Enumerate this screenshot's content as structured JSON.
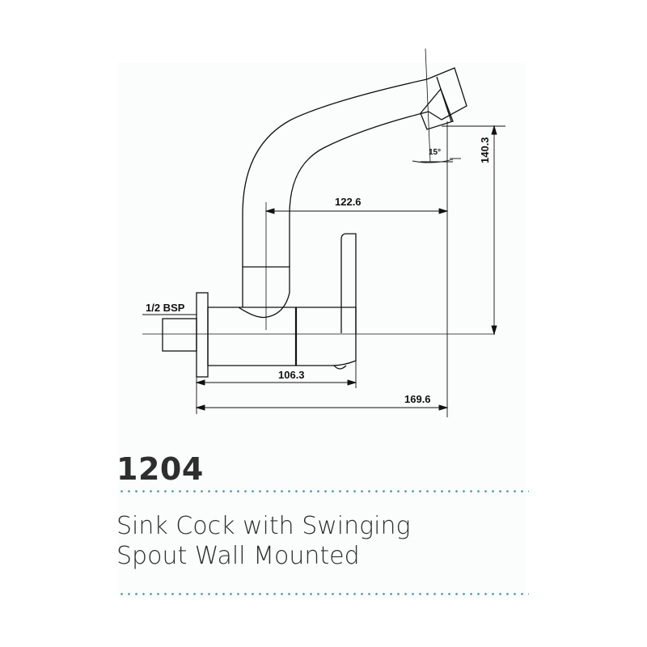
{
  "product": {
    "code": "1204",
    "description_line1": "Sink Cock with Swinging",
    "description_line2": "Spout Wall Mounted"
  },
  "dimensions": {
    "spout_reach": "122.6",
    "height": "140.3",
    "spout_angle": "15°",
    "body_length": "106.3",
    "total_length": "169.6",
    "inlet": "1/2 BSP"
  },
  "colors": {
    "line": "#111111",
    "accent_dots": "#4a9aa6",
    "text": "#2e2e2e"
  }
}
